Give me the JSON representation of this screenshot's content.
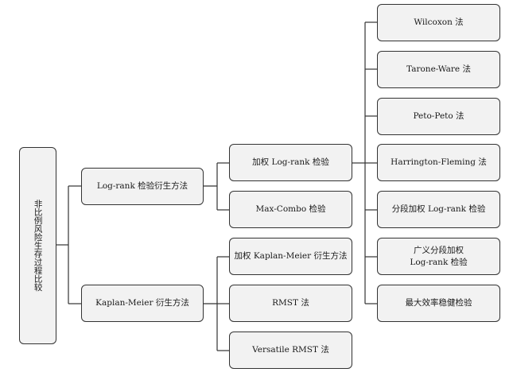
{
  "root": {
    "label": "非比例风险生存过程比较"
  },
  "level1": [
    {
      "label": "Log-rank 检验衍生方法"
    },
    {
      "label": "Kaplan-Meier 衍生方法"
    }
  ],
  "level2": [
    {
      "label": "加权 Log-rank 检验"
    },
    {
      "label": "Max-Combo 检验"
    },
    {
      "label": "加权 Kaplan-Meier 衍生方法"
    },
    {
      "label": "RMST 法"
    },
    {
      "label": "Versatile RMST 法"
    }
  ],
  "level3": [
    {
      "label": "Wilcoxon 法"
    },
    {
      "label": "Tarone-Ware 法"
    },
    {
      "label": "Peto-Peto 法"
    },
    {
      "label": "Harrington-Fleming 法"
    },
    {
      "label": "分段加权 Log-rank 检验"
    },
    {
      "label": "广义分段加权\nLog-rank 检验"
    },
    {
      "label": "最大效率稳健检验"
    }
  ]
}
